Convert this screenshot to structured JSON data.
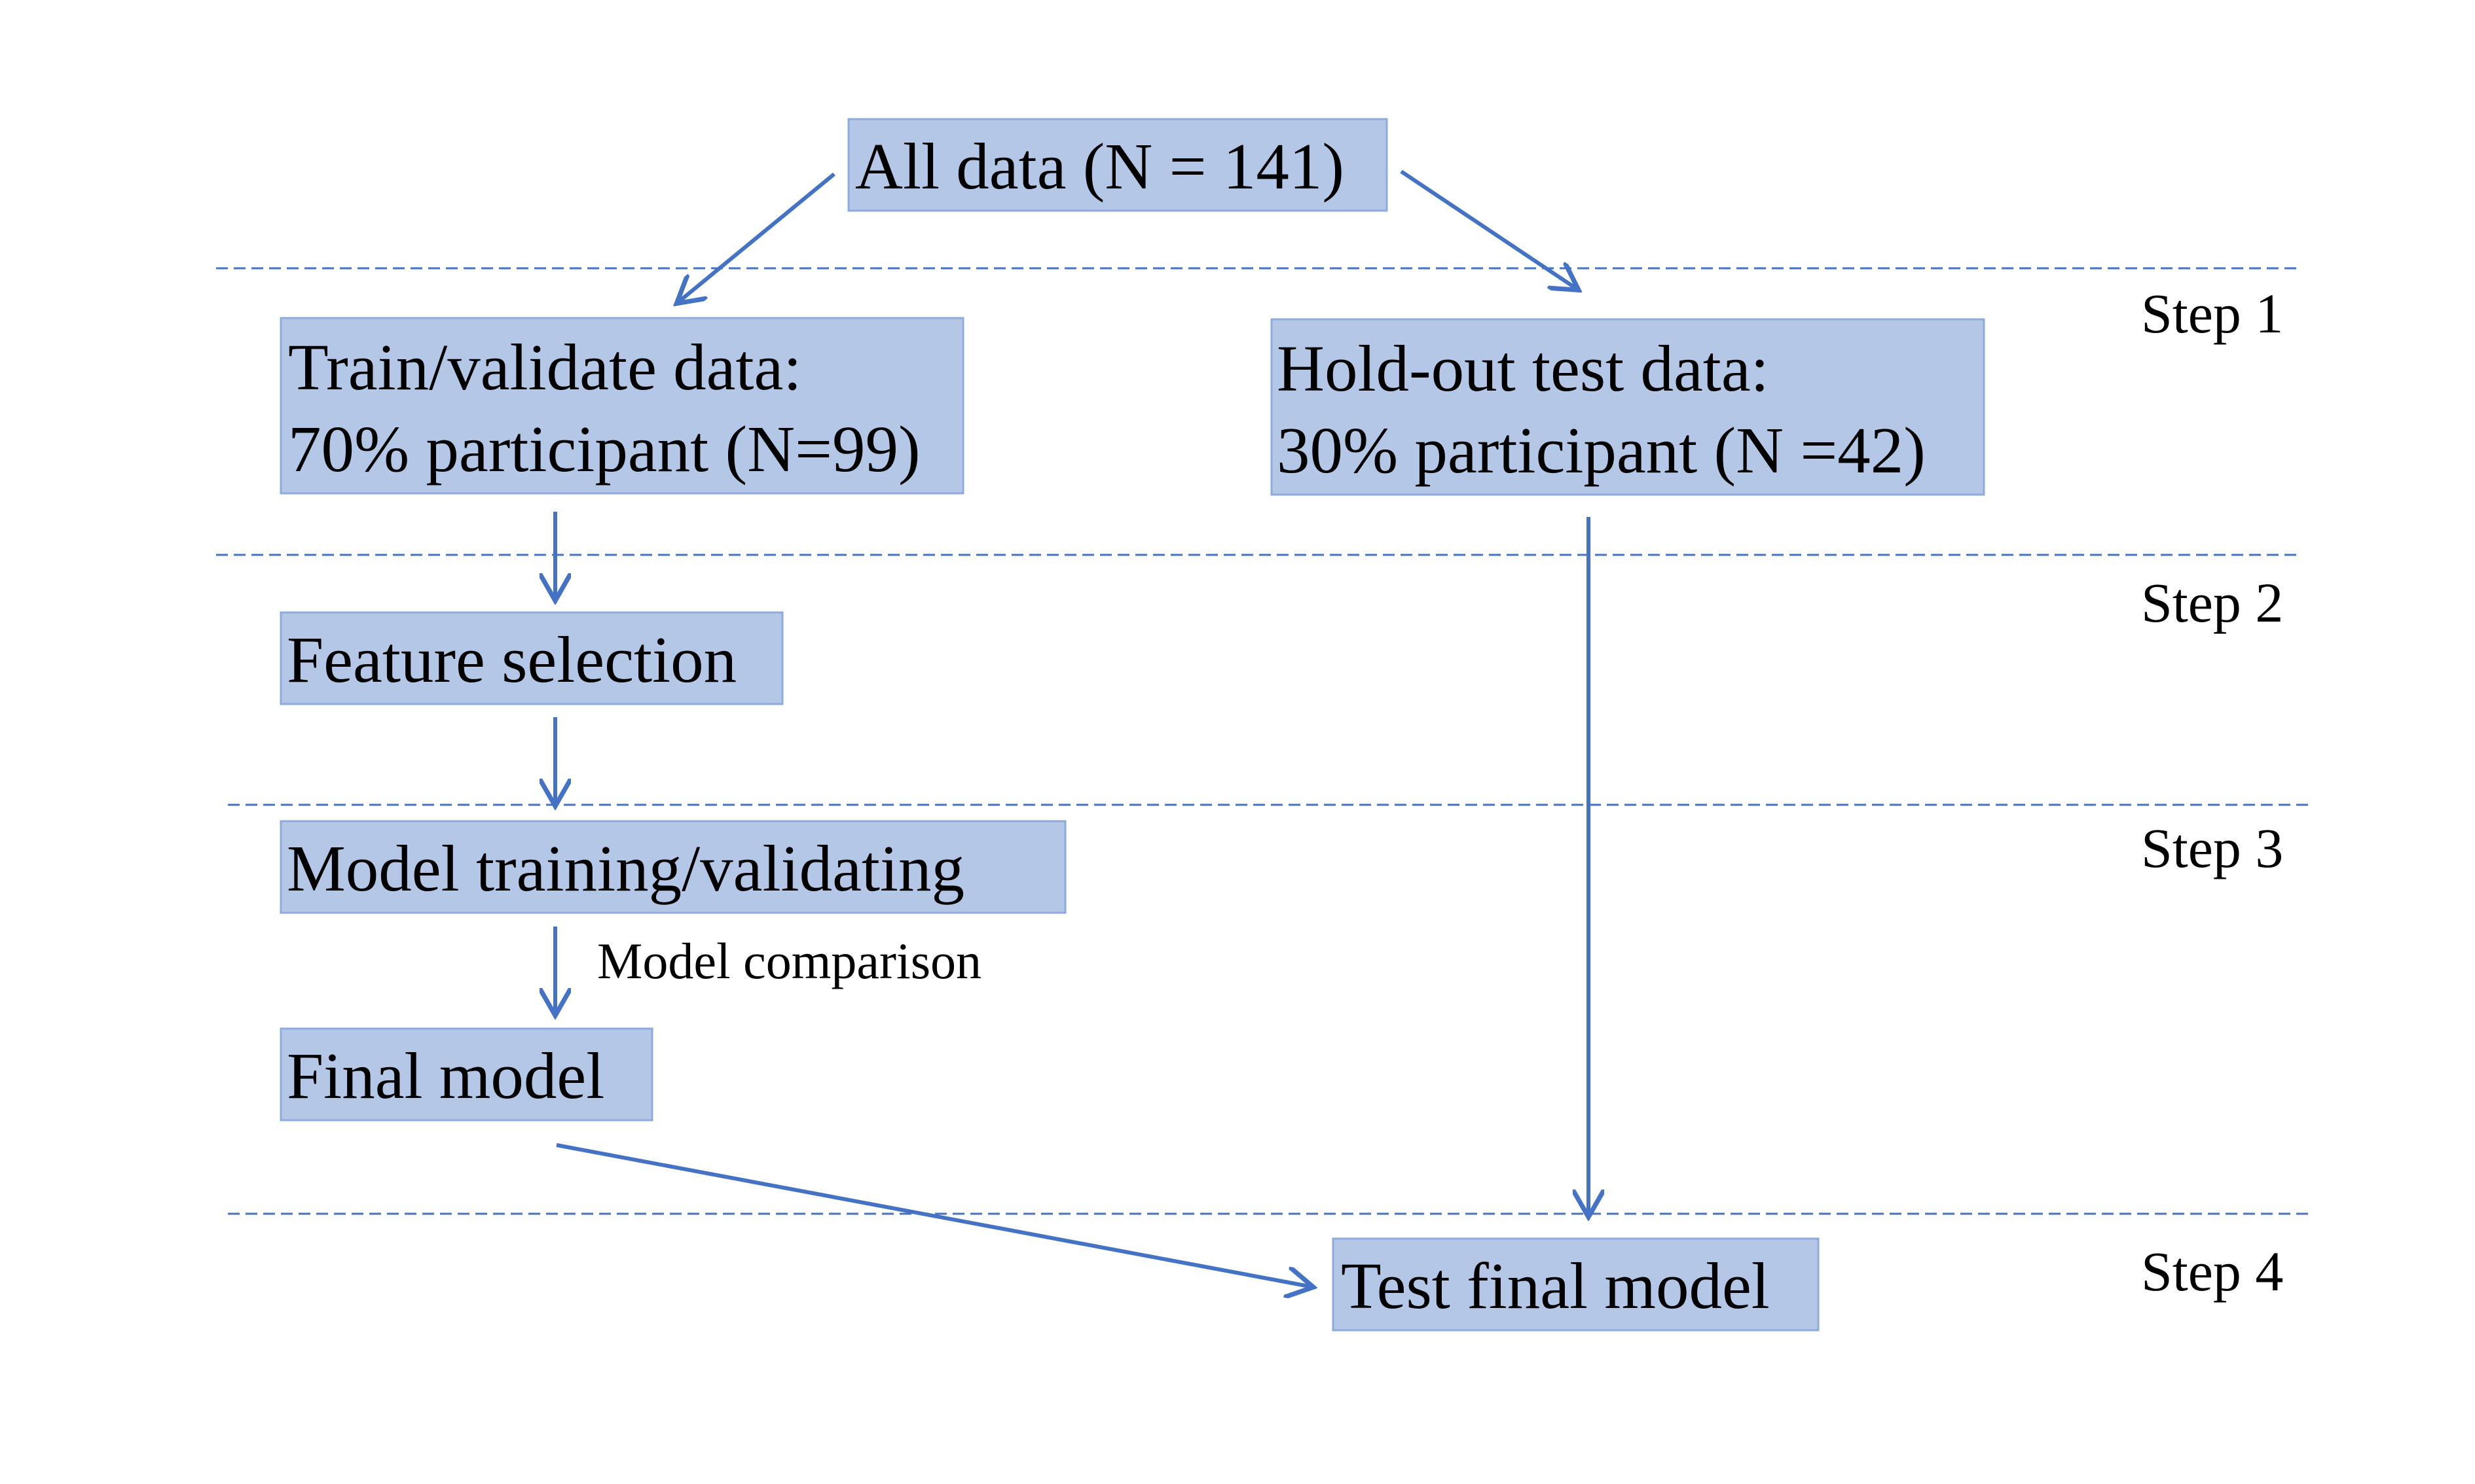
{
  "colors": {
    "box_fill": "#b4c7e7",
    "box_border": "#8faadc",
    "arrow": "#4472c4",
    "divider": "#4472c4"
  },
  "nodes": {
    "all_data": {
      "lines": [
        "All data (N = 141)"
      ]
    },
    "train_validate": {
      "lines": [
        "Train/validate data:",
        "70% participant (N=99)"
      ]
    },
    "holdout": {
      "lines": [
        "Hold-out test data:",
        "30% participant (N =42)"
      ]
    },
    "feature_selection": {
      "lines": [
        "Feature selection"
      ]
    },
    "model_training": {
      "lines": [
        "Model training/validating"
      ]
    },
    "final_model": {
      "lines": [
        "Final model"
      ]
    },
    "test_final_model": {
      "lines": [
        "Test final model"
      ]
    }
  },
  "edge_labels": {
    "model_comparison": "Model comparison"
  },
  "steps": [
    "Step 1",
    "Step 2",
    "Step 3",
    "Step 4"
  ]
}
